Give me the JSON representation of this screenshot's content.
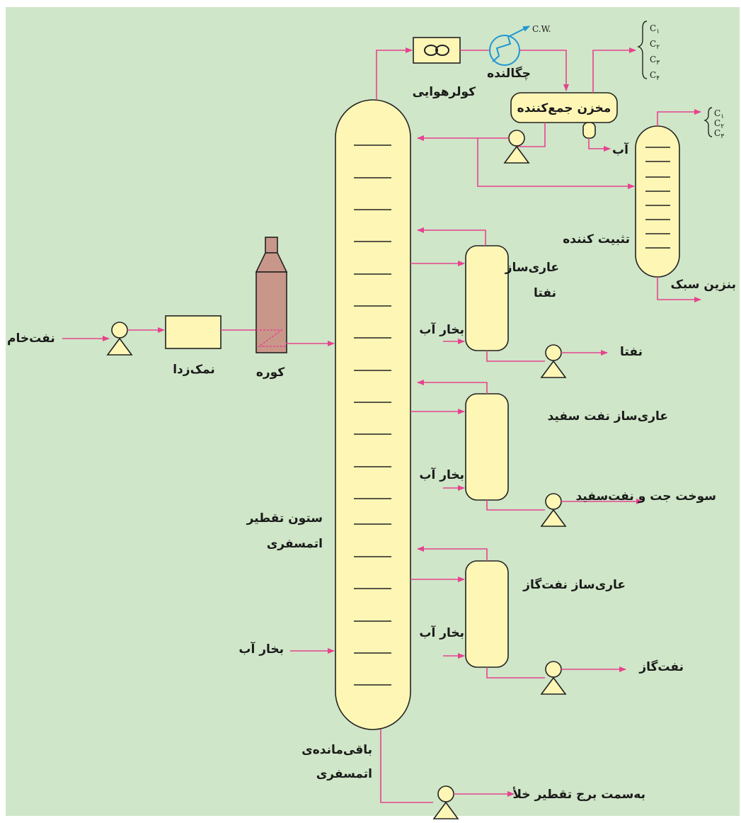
{
  "labels": {
    "crude_oil": "نفت‌خام",
    "desalter": "نمک‌زدا",
    "furnace": "کوره",
    "column_l1": "ستون تقطیر",
    "column_l2": "اتمسفری",
    "steam_bottom": "بخار آب",
    "residue_l1": "باقی‌مانده‌ی",
    "residue_l2": "اتمسفری",
    "to_vacuum": "به‌سمت برج تقطیر خلأ",
    "air_cooler": "کولرهوایی",
    "condenser": "چگالنده",
    "cw": "C.W.",
    "accumulator": "مخزن جمع‌کننده",
    "water": "آب",
    "stabilizer": "تثبیت کننده",
    "light_gasoline": "بنزین سبک",
    "naphtha_stripper_l1": "عاری‌ساز",
    "naphtha_stripper_l2": "نفتا",
    "naphtha": "نفتا",
    "steam_1": "بخار آب",
    "kerosene_stripper": "عاری‌ساز نفت سفید",
    "jet_kerosene": "سوخت جت و نفت‌سفید",
    "steam_2": "بخار آب",
    "gasoil_stripper": "عاری‌ساز نفت‌گاز",
    "gasoil": "نفت‌گاز",
    "steam_3": "بخار آب"
  },
  "gases_top": [
    {
      "base": "C",
      "sub": "۱"
    },
    {
      "base": "C",
      "sub": "۲"
    },
    {
      "base": "C",
      "sub": "۳"
    },
    {
      "base": "C",
      "sub": "۴"
    }
  ],
  "gases_stab": [
    {
      "base": "C",
      "sub": "۱"
    },
    {
      "base": "C",
      "sub": "۲"
    },
    {
      "base": "C",
      "sub": "۳"
    }
  ],
  "colors": {
    "background": "#cfe6c8",
    "vessel": "#fef6b5",
    "flow_line": "#e6438f",
    "furnace": "#c8978a",
    "condenser": "#2196d3"
  }
}
